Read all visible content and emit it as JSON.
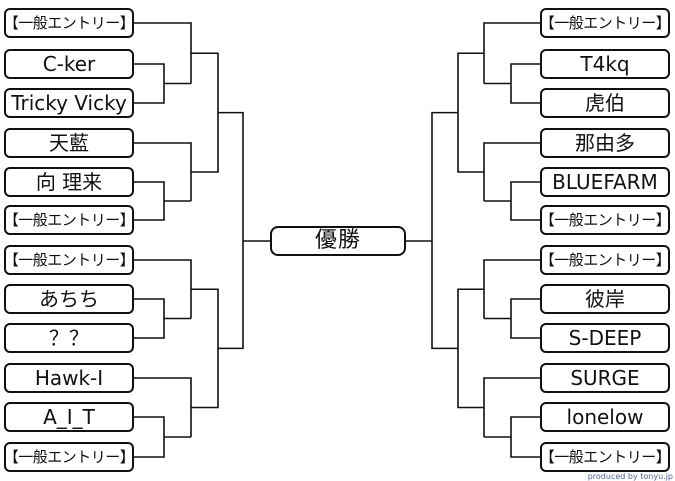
{
  "left": [
    "【一般エントリー】",
    "C-ker",
    "Tricky Vicky",
    "天藍",
    "向 理来",
    "【一般エントリー】",
    "【一般エントリー】",
    "あちち",
    "？？",
    "Hawk-I",
    "A_I_T",
    "【一般エントリー】"
  ],
  "right": [
    "【一般エントリー】",
    "T4kq",
    "虎伯",
    "那由多",
    "BLUEFARM",
    "【一般エントリー】",
    "【一般エントリー】",
    "彼岸",
    "S-DEEP",
    "SURGE",
    "lonelow",
    "【一般エントリー】"
  ],
  "center": {
    "label": "優勝"
  },
  "credit": "produced by tonyu.jp",
  "colors": {
    "line": "#111111",
    "credit": "#4a5db8"
  }
}
